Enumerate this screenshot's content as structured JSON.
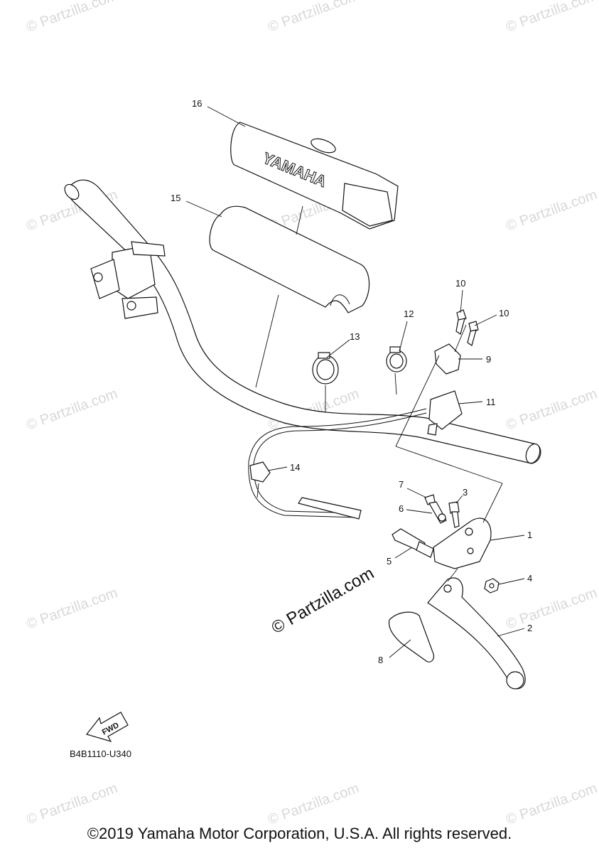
{
  "watermark_text": "© Partzilla.com",
  "center_watermark_text": "© Partzilla.com",
  "brand_text": "YAMAHA",
  "fwd_text": "FWD",
  "diagram_code": "B4B1110-U340",
  "copyright": "©2019 Yamaha Motor Corporation, U.S.A. All rights reserved.",
  "callouts": [
    "1",
    "2",
    "3",
    "4",
    "5",
    "6",
    "7",
    "8",
    "9",
    "10",
    "10",
    "11",
    "12",
    "13",
    "14",
    "15",
    "16"
  ]
}
